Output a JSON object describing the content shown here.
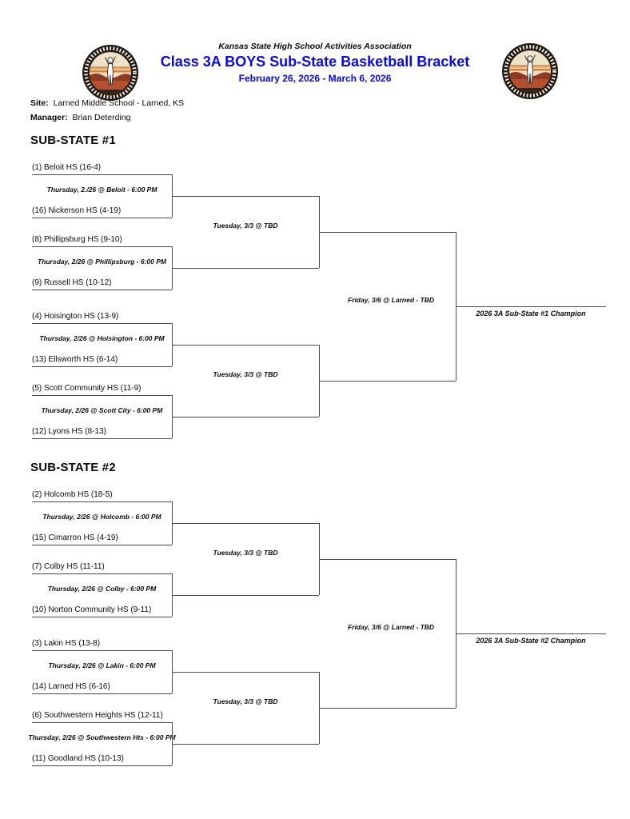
{
  "header": {
    "association": "Kansas State High School Activities Association",
    "title": "Class 3A BOYS Sub-State Basketball Bracket",
    "dates": "February 26, 2026 - March 6, 2026",
    "logo_icon": "kshsaa-seal",
    "colors": {
      "title_blue": "#0808ee",
      "line_gray": "#4a4a4a",
      "seal_orange": "#b5502e",
      "seal_sky": "#f0e2c8"
    }
  },
  "info": {
    "site_label": "Site:",
    "site_value": "Larned Middle School - Larned, KS",
    "manager_label": "Manager:",
    "manager_value": "Brian Deterding"
  },
  "brackets": [
    {
      "heading": "SUB-STATE #1",
      "round1": [
        {
          "top": "(1) Beloit HS (16-4)",
          "bottom": "(16) Nickerson HS (4-19)",
          "game": "Thursday, 2./26 @ Beloit - 6:00 PM"
        },
        {
          "top": "(8) Phillipsburg HS (9-10)",
          "bottom": "(9) Russell HS (10-12)",
          "game": "Thursday, 2/26 @ Phillipsburg - 6:00 PM"
        },
        {
          "top": "(4) Hoisington HS (13-9)",
          "bottom": "(13) Ellsworth HS (6-14)",
          "game": "Thursday, 2/26 @ Hoisington - 6:00 PM"
        },
        {
          "top": "(5) Scott Community HS (11-9)",
          "bottom": "(12) Lyons HS (8-13)",
          "game": "Thursday, 2/26 @ Scott City - 6:00 PM"
        }
      ],
      "semifinals": [
        {
          "game": "Tuesday, 3/3 @ TBD"
        },
        {
          "game": "Tuesday, 3/3 @ TBD"
        }
      ],
      "final": {
        "game": "Friday, 3/6 @ Larned - TBD",
        "champion": "2026 3A Sub-State #1 Champion"
      }
    },
    {
      "heading": "SUB-STATE #2",
      "round1": [
        {
          "top": "(2) Holcomb HS (18-5)",
          "bottom": "(15) Cimarron HS (4-19)",
          "game": "Thursday, 2/26 @ Holcomb - 6:00 PM"
        },
        {
          "top": "(7) Colby HS (11-11)",
          "bottom": "(10) Norton Community HS (9-11)",
          "game": "Thursday, 2/26 @ Colby - 6:00 PM"
        },
        {
          "top": "(3) Lakin HS (13-8)",
          "bottom": "(14) Larned HS (6-16)",
          "game": "Thursday, 2/26 @ Lakin - 6:00 PM"
        },
        {
          "top": "(6) Southwestern Heights HS (12-11)",
          "bottom": "(11) Goodland HS (10-13)",
          "game": "Thursday, 2/26 @ Southwestern Hts - 6:00 PM"
        }
      ],
      "semifinals": [
        {
          "game": "Tuesday, 3/3 @ TBD"
        },
        {
          "game": "Tuesday, 3/3 @ TBD"
        }
      ],
      "final": {
        "game": "Friday, 3/6 @ Larned - TBD",
        "champion": "2026 3A Sub-State #2 Champion"
      }
    }
  ]
}
